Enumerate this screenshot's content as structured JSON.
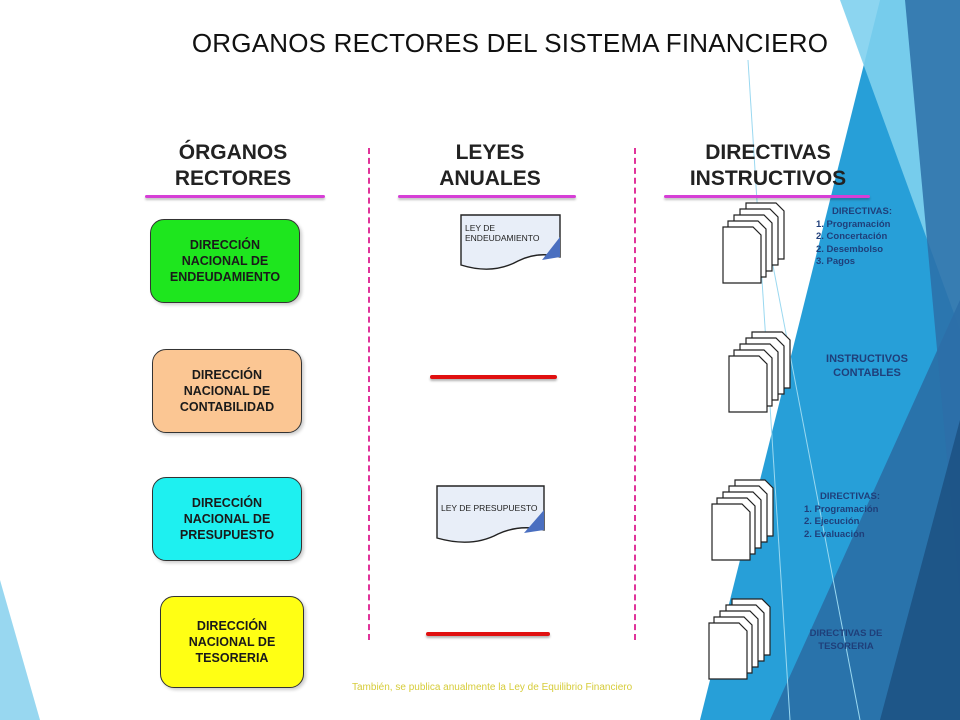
{
  "title": "ORGANOS RECTORES DEL SISTEMA FINANCIERO",
  "columns": [
    {
      "lines": [
        "ÓRGANOS",
        "RECTORES"
      ]
    },
    {
      "lines": [
        "LEYES",
        "ANUALES"
      ]
    },
    {
      "lines": [
        "DIRECTIVAS",
        "INSTRUCTIVOS"
      ]
    }
  ],
  "organs": [
    {
      "lines": [
        "DIRECCIÓN",
        "NACIONAL DE",
        "ENDEUDAMIENTO"
      ],
      "color": "#1ee61e"
    },
    {
      "lines": [
        "DIRECCIÓN",
        "NACIONAL DE",
        "CONTABILIDAD"
      ],
      "color": "#fbc693"
    },
    {
      "lines": [
        "DIRECCIÓN",
        "NACIONAL DE",
        "PRESUPUESTO"
      ],
      "color": "#1ef0f0"
    },
    {
      "lines": [
        "DIRECCIÓN",
        "NACIONAL DE",
        "TESORERIA"
      ],
      "color": "#ffff14"
    }
  ],
  "laws": [
    {
      "lines": [
        "LEY DE",
        "ENDEUDAMIENTO"
      ]
    },
    {
      "lines": [
        "LEY DE PRESUPUESTO"
      ]
    }
  ],
  "directives": [
    {
      "lines": [
        "DIRECTIVAS:",
        "1. Programación",
        "2. Concertación",
        "2. Desembolso",
        "3. Pagos"
      ]
    },
    {
      "lines": [
        "INSTRUCTIVOS",
        "CONTABLES"
      ]
    },
    {
      "lines": [
        "DIRECTIVAS:",
        "1. Programación",
        "2. Ejecución",
        "2. Evaluación"
      ]
    },
    {
      "lines": [
        "DIRECTIVAS DE",
        "TESORERIA"
      ]
    }
  ],
  "footnote": "También, se publica anualmente  la Ley de Equilibrio Financiero",
  "colors": {
    "accent_underline": "#d63fd6",
    "dashed_divider": "#e0339a",
    "red_bar": "#e01010",
    "doc_fill": "#e8eef8",
    "doc_corner": "#4a6fc0",
    "notes_text": "#1f3f7a",
    "footnote_text": "#d6cc3a"
  }
}
